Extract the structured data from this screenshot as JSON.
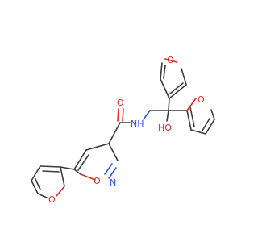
{
  "molecule": {
    "atoms": {
      "amide_o": "O",
      "amide_nh": "NH",
      "isoxazole_o": "O",
      "isoxazole_n": "N",
      "left_furan_o": "O",
      "top_furan_o": "O",
      "right_furan_o": "O",
      "hydroxyl": "HO"
    },
    "colors": {
      "bond": "#3b3b3b",
      "oxygen": "#e8271e",
      "nitrogen": "#3050f8"
    }
  }
}
